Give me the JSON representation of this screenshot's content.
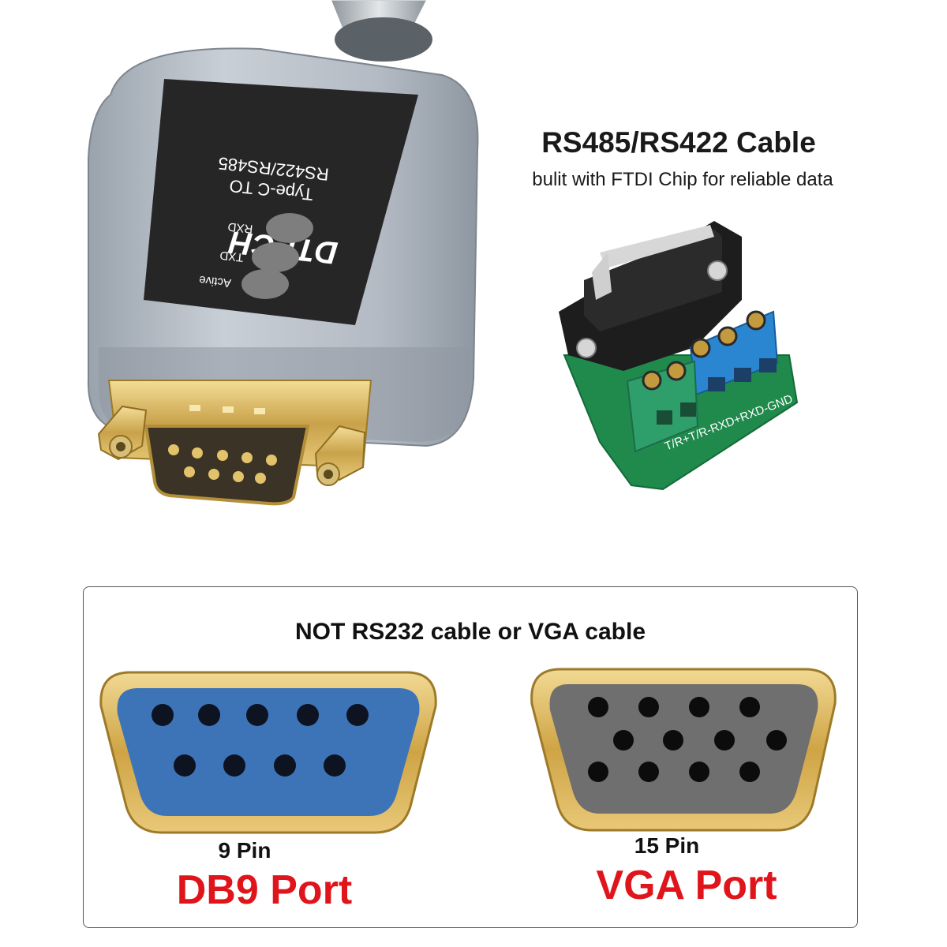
{
  "adapter": {
    "brand": "DTECH",
    "label_line1": "Type-C TO",
    "label_line2": "RS422/RS485",
    "leds": [
      "RXD",
      "TXD",
      "Active"
    ]
  },
  "terminal_block": {
    "pin_labels": "T/R+T/R-RXD+RXD-GND"
  },
  "headline": {
    "title": "RS485/RS422 Cable",
    "subtitle": "bulit with FTDI Chip for reliable data"
  },
  "comparison": {
    "title": "NOT RS232 cable or VGA cable",
    "ports": [
      {
        "pin_count": "9 Pin",
        "name": "DB9 Port"
      },
      {
        "pin_count": "15 Pin",
        "name": "VGA Port"
      }
    ]
  },
  "colors": {
    "port_name": "#e0141b",
    "db9_face": "#3d74b8",
    "vga_face": "#6f6f6f",
    "shell_gold": "#d9b24a",
    "adapter_body": "#a9b1bb",
    "terminal_green": "#2e9e6b",
    "terminal_blue": "#2a86d1",
    "pcb_green": "#1f8a4c"
  }
}
